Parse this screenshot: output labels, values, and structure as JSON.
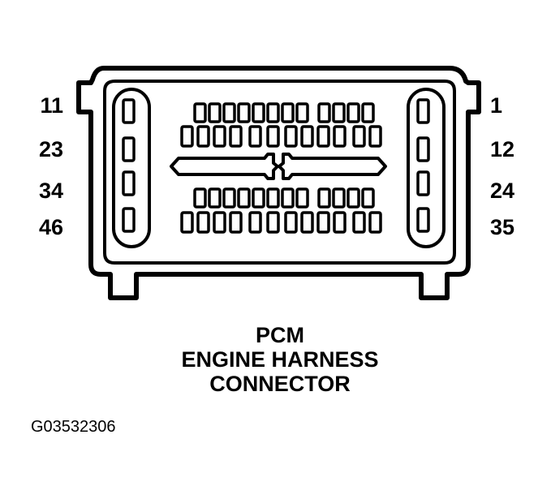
{
  "labels": {
    "left": [
      "11",
      "23",
      "34",
      "46"
    ],
    "right": [
      "1",
      "12",
      "24",
      "35"
    ]
  },
  "caption": {
    "line1": "PCM",
    "line2": "ENGINE HARNESS",
    "line3": "CONNECTOR"
  },
  "figure_id": "G03532306"
}
